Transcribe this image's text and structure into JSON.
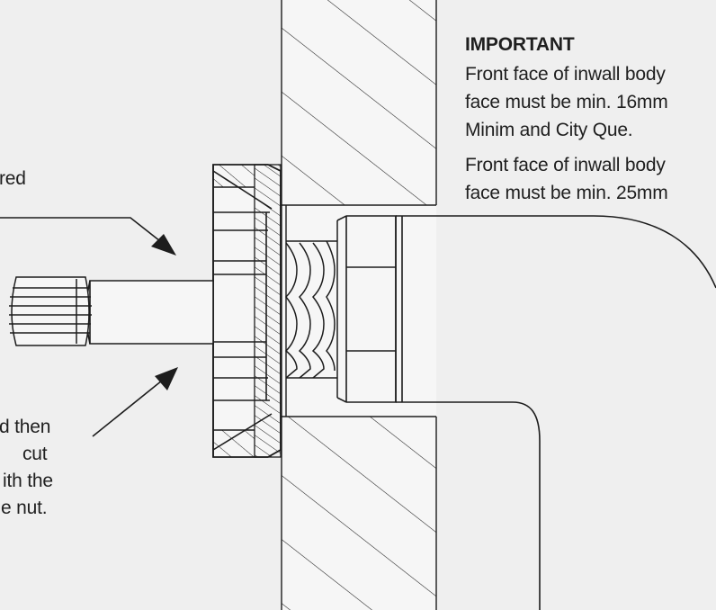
{
  "note": {
    "heading": "IMPORTANT",
    "lines": [
      "Front face of inwall body",
      "face must be min. 16mm",
      "Minim and City Que.",
      "Front face of inwall body",
      "face must be min. 25mm"
    ]
  },
  "labels": {
    "top": "red",
    "bottom": [
      "d then",
      "cut",
      "ith the",
      "e nut."
    ]
  },
  "colors": {
    "background": "#efefef",
    "wall": "#f7f7f7",
    "line": "#1d1d1d",
    "text": "#1f1f1f"
  }
}
